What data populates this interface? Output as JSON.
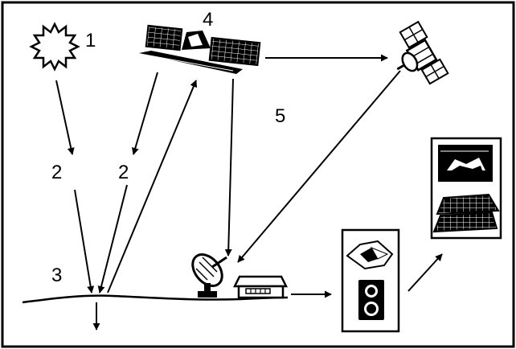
{
  "labels": {
    "sun": "1",
    "path_left": "2",
    "path_right": "2",
    "ground": "3",
    "satellite": "4",
    "relay_link": "5"
  },
  "icons": [
    "sun-icon",
    "imaging-satellite-icon",
    "relay-satellite-icon",
    "ground-station-dish-icon",
    "ground-station-building-icon",
    "analysis-display-icon",
    "computer-terminal-icon"
  ],
  "colors": {
    "ink": "#000000",
    "paper": "#ffffff"
  }
}
